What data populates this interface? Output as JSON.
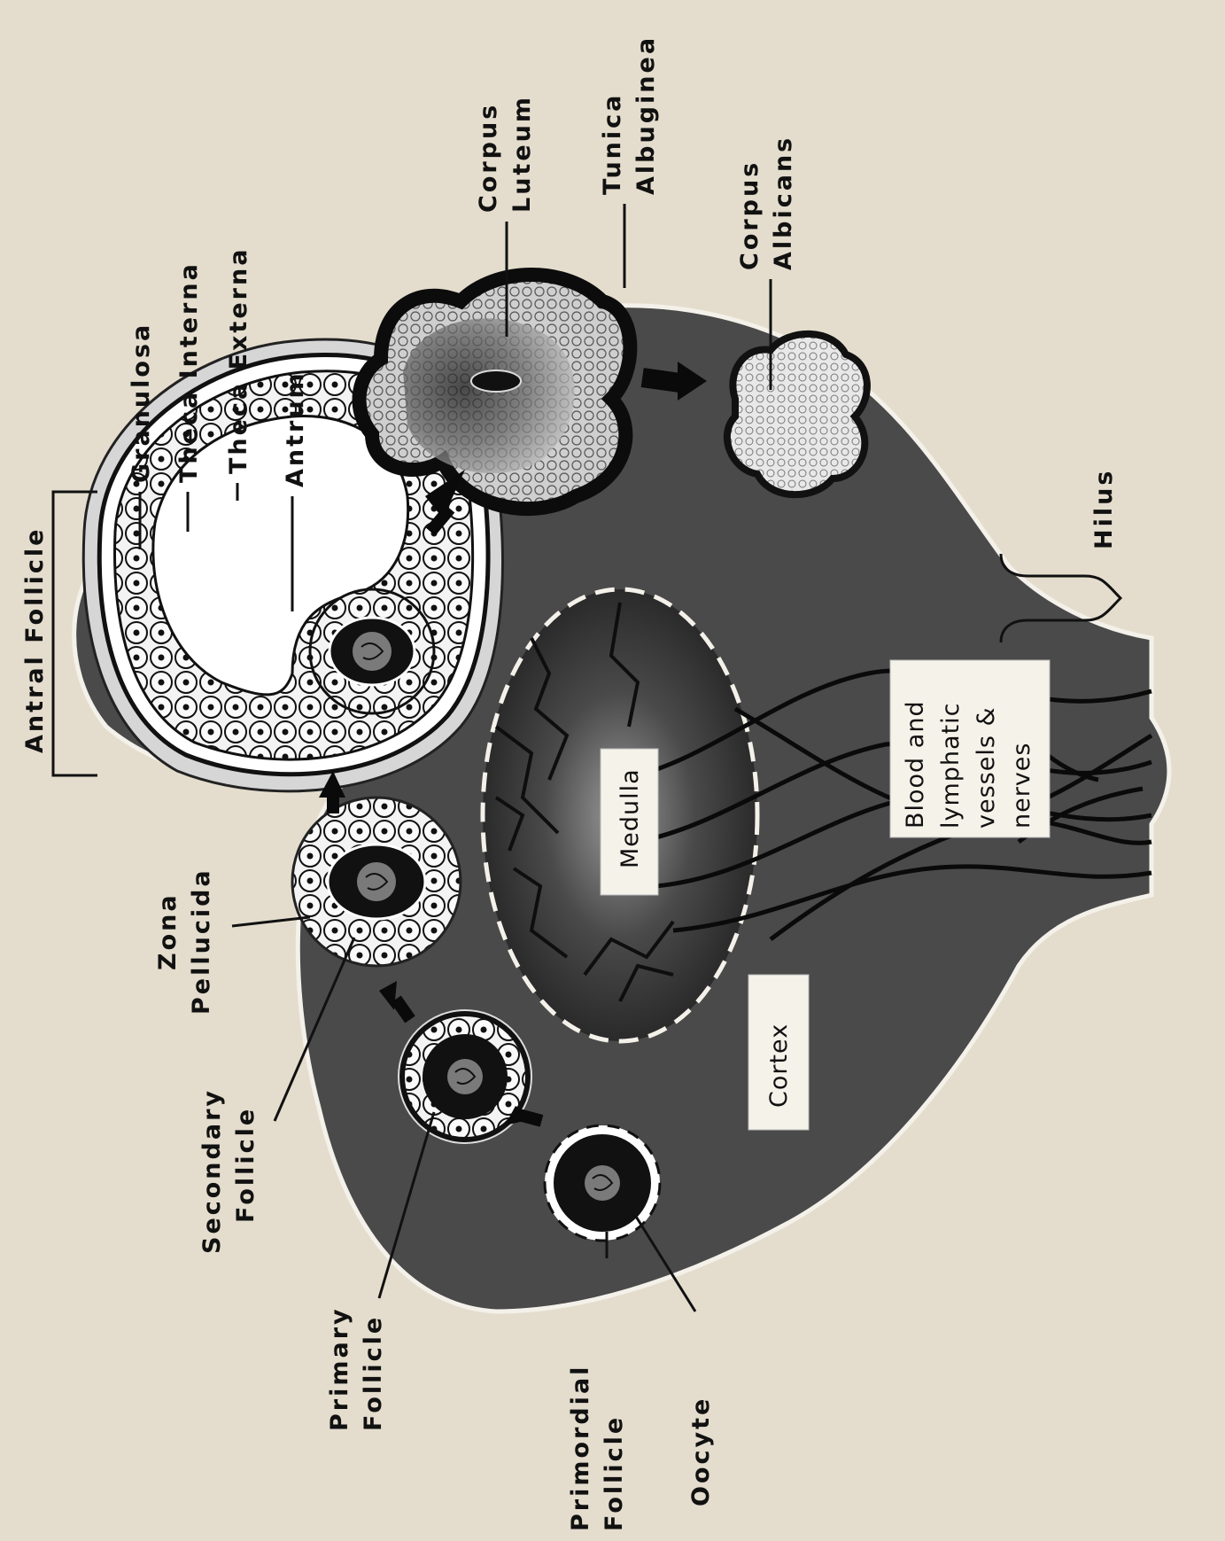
{
  "labels": {
    "antral_follicle": "Antral Follicle",
    "granulosa": "Granulosa",
    "theca_interna": "Theca Interna",
    "theca_externa": "Theca Externa",
    "antrum": "Antrum",
    "corpus_luteum": [
      "Corpus",
      "Luteum"
    ],
    "tunica_albuginea": [
      "Tunica",
      "Albuginea"
    ],
    "corpus_albicans": [
      "Corpus",
      "Albicans"
    ],
    "hilus": "Hilus",
    "blood_vessels": [
      "Blood and",
      "lymphatic",
      "vessels &",
      "nerves"
    ],
    "medulla": "Medulla",
    "cortex": "Cortex",
    "zona_pellucida": [
      "Zona",
      "Pellucida"
    ],
    "secondary_follicle": [
      "Secondary",
      "Follicle"
    ],
    "primary_follicle": [
      "Primary",
      "Follicle"
    ],
    "primordial_follicle": [
      "Primordial",
      "Follicle"
    ],
    "oocyte": "Oocyte"
  },
  "colors": {
    "background": "#e4ddcd",
    "ovary_body": "#4a4a4a",
    "ovary_edge": "#f4f1ea",
    "medulla": "#2a2a2a",
    "ink": "#111111",
    "label_box": "#f5f2ea"
  }
}
